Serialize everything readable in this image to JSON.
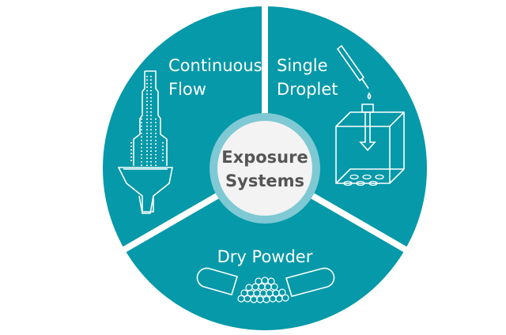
{
  "center_label": {
    "line1": "Exposure",
    "line2": "Systems"
  },
  "segments": [
    {
      "line1": "Continuous",
      "line2": "Flow",
      "icon": "flow-column-icon"
    },
    {
      "line1": "Single",
      "line2": "Droplet",
      "icon": "pipette-chamber-icon"
    },
    {
      "line1": "Dry Powder",
      "icon": "capsule-powder-icon"
    }
  ],
  "colors": {
    "teal": "#0599a9",
    "ring": "#7ec9d3",
    "center": "#f3f3f3",
    "text": "#555555"
  }
}
